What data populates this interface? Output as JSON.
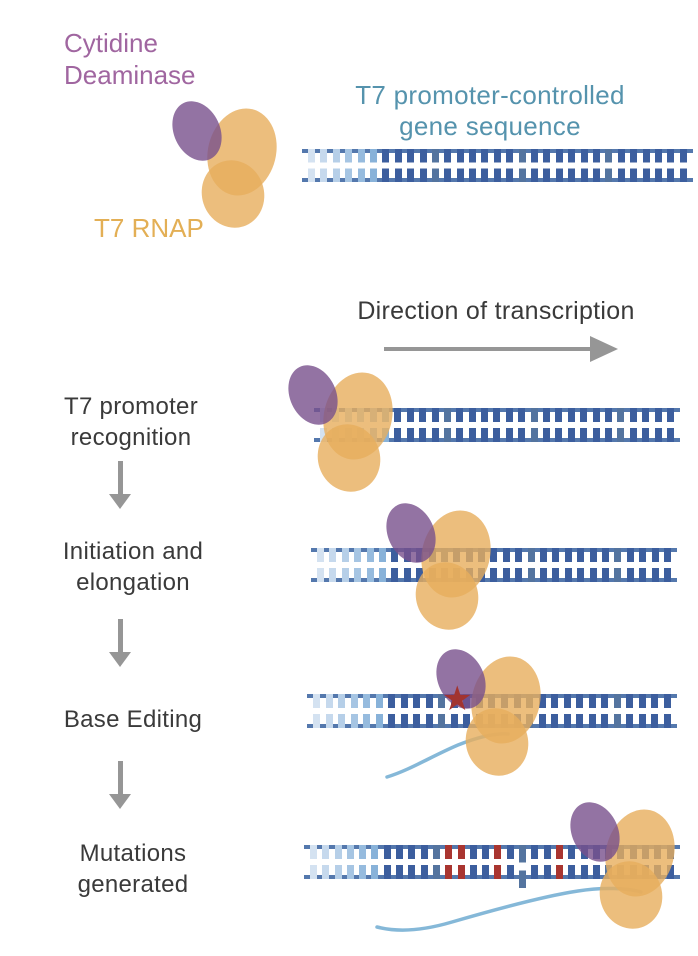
{
  "legend": {
    "cytidine_deaminase_label": "Cytidine\nDeaminase",
    "t7_rnap_label": "T7 RNAP",
    "gene_sequence_label": "T7 promoter-controlled\ngene sequence"
  },
  "direction_label": "Direction of transcription",
  "steps": [
    {
      "label": "T7 promoter\nrecognition"
    },
    {
      "label": "Initiation and\nelongation"
    },
    {
      "label": "Base Editing"
    },
    {
      "label": "Mutations\ngenerated"
    }
  ],
  "icons": {
    "mutation_star": "★"
  },
  "dna_rows": [
    {
      "name": "t7-promoter-controlled-gene",
      "rungs": 31,
      "promoter_rungs": 6,
      "mutations": [],
      "tall": []
    },
    {
      "name": "promoter-recognition-dna",
      "rungs": 29,
      "promoter_rungs": 6,
      "mutations": [],
      "tall": []
    },
    {
      "name": "initiation-elongation-dna",
      "rungs": 29,
      "promoter_rungs": 6,
      "mutations": [],
      "tall": []
    },
    {
      "name": "base-editing-dna",
      "rungs": 29,
      "promoter_rungs": 6,
      "mutations": [],
      "tall": []
    },
    {
      "name": "mutations-generated-dna",
      "rungs": 30,
      "promoter_rungs": 6,
      "mutations": [
        11,
        12,
        15,
        20
      ],
      "tall": [
        17
      ]
    }
  ],
  "colors": {
    "purple_text": "#a066a0",
    "teal_text": "#5593ad",
    "orange_text": "#e3af55",
    "label_text": "#3a3a3a",
    "arrow_gray": "#969696",
    "dna_dark": "#3c5e9e",
    "dna_dark_alt": "#54749f",
    "dna_rail": "#5478ad",
    "mutation_red": "#a93530",
    "star_red": "#a23430",
    "rna_blue": "#85b8d8",
    "deaminase_purple": "rgba(120,80,140,0.8)",
    "rnap_orange": "rgba(231,174,92,0.8)",
    "promoter_gradient": [
      "#d4e2f1",
      "#c6d9ed",
      "#b6cfe8",
      "#a6c5e3",
      "#96bbde",
      "#88b2d9"
    ]
  }
}
